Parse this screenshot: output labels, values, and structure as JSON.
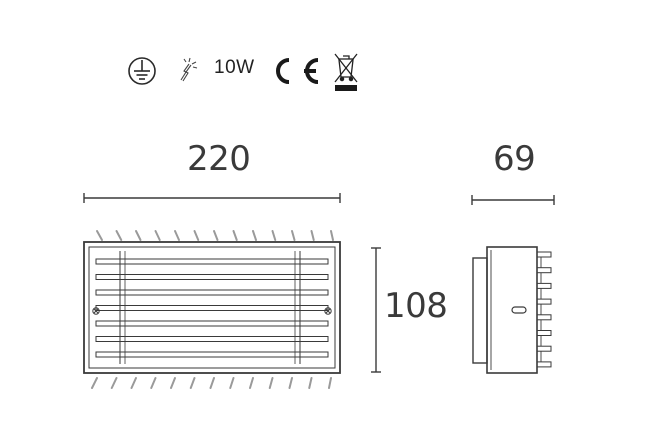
{
  "symbols": {
    "power": "10W",
    "icons": [
      "earth-ground-icon",
      "lamp-sparkle-icon",
      "ce-mark-icon",
      "weee-crossed-bin-icon"
    ]
  },
  "dimensions": {
    "width": "220",
    "depth": "69",
    "height": "108"
  },
  "colors": {
    "line": "#3a3a3a",
    "ray": "#9a9a9a"
  }
}
